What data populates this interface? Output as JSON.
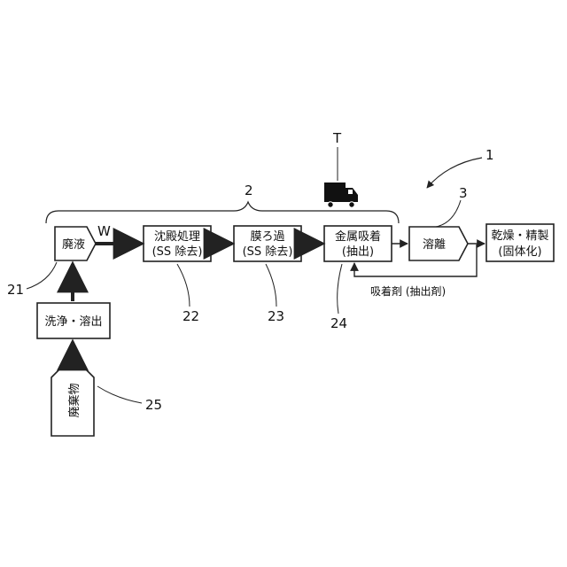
{
  "boxes": {
    "waste_liquid": "廃液",
    "wash_dissolve": "洗浄・溶出",
    "waste": "廃棄物",
    "sedimentation_line1": "沈殿処理",
    "sedimentation_line2": "(SS 除去)",
    "membrane_line1": "膜ろ過",
    "membrane_line2": "(SS 除去)",
    "metal_adsorption_line1": "金属吸着",
    "metal_adsorption_line2": "(抽出)",
    "elution": "溶離",
    "drying_line1": "乾燥・精製",
    "drying_line2": "(固体化)"
  },
  "labels": {
    "flow_w": "W",
    "truck_t": "T",
    "adsorbent_return": "吸着剤 (抽出剤)"
  },
  "refs": {
    "r1": "1",
    "r2": "2",
    "r3": "3",
    "r21": "21",
    "r22": "22",
    "r23": "23",
    "r24": "24",
    "r25": "25"
  }
}
